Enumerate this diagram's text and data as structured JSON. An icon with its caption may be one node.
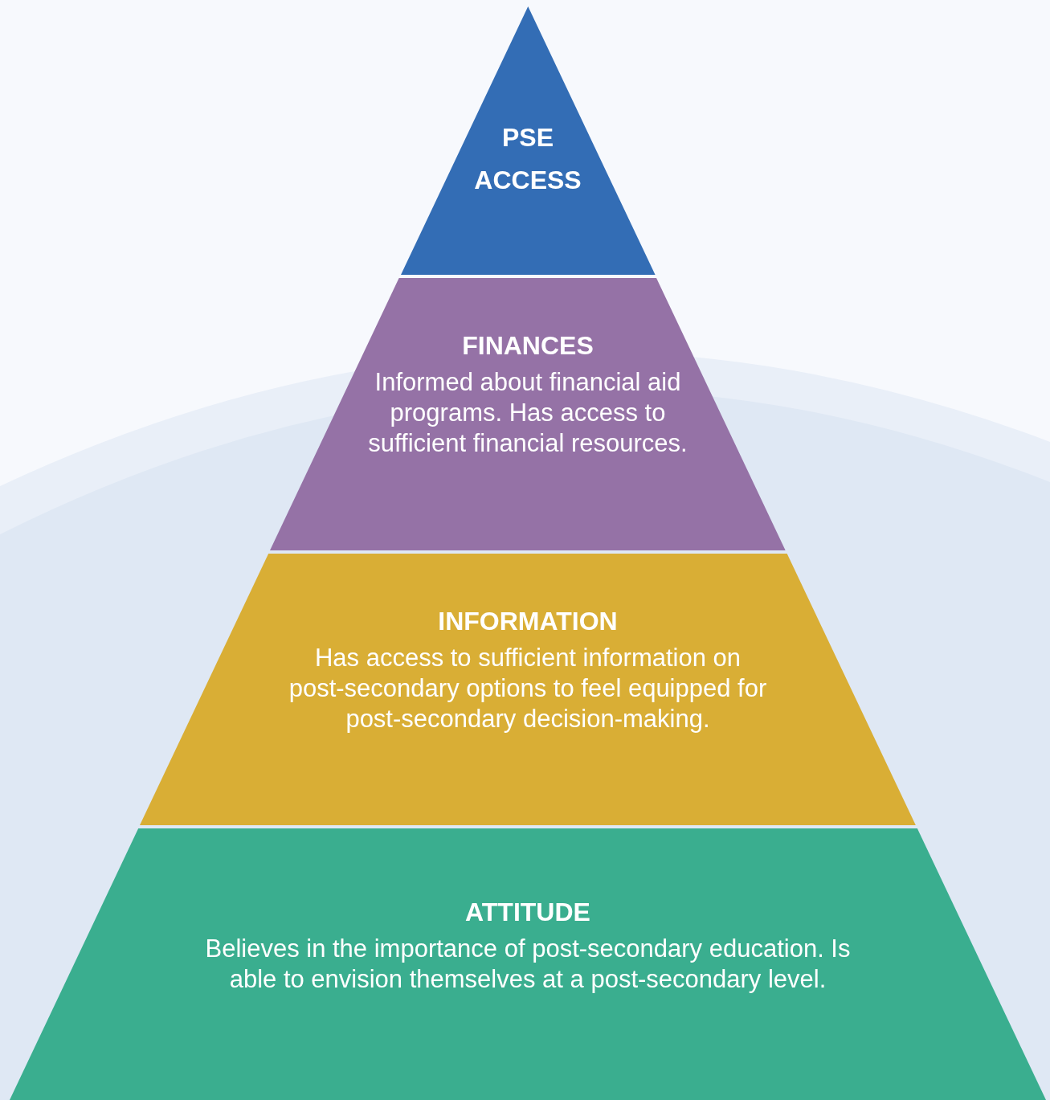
{
  "diagram": {
    "nodes": [
      {
        "text": [
          "PSE ACCESS"
        ]
      },
      {
        "text": [
          "FINANCES",
          "Informed about financial aid programs. Has access to sufficient financial resources."
        ]
      },
      {
        "text": [
          "INFORMATION",
          "Has access to sufficient information on post-secondary options to feel equipped for post-secondary decision-making."
        ]
      },
      {
        "text": [
          "ATTITUDE",
          "Believes in the importance of post-secondary education. Is able to envision themselves at a post-secondary level."
        ]
      }
    ]
  }
}
